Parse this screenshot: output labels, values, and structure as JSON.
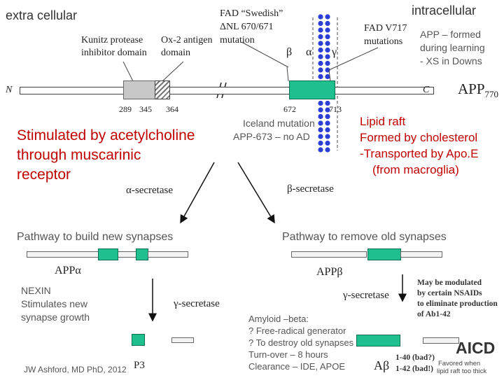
{
  "labels": {
    "extra_cellular": "extra cellular",
    "intracellular": "intracellular",
    "kunitz": [
      "Kunitz protease",
      "inhibitor domain"
    ],
    "ox2": [
      "Ox-2 antigen",
      "domain"
    ],
    "fad_swedish": [
      "FAD “Swedish”",
      "ΔNL 670/671",
      "mutation"
    ],
    "fad_v717": [
      "FAD V717",
      "mutations"
    ],
    "beta_sym": "β",
    "alpha_sym": "α",
    "gamma_sym": "γ",
    "app_note": [
      "APP – formed",
      "during learning",
      "- XS in Downs"
    ],
    "n_term": "N",
    "c_term": "C",
    "app770": "APP",
    "app770_sub": "770",
    "pos_289": "289",
    "pos_345": "345",
    "pos_364": "364",
    "pos_672": "672",
    "pos_713": "713",
    "stimulated": [
      "Stimulated by acetylcholine",
      "through muscarinic",
      "receptor"
    ],
    "iceland": [
      "Iceland mutation",
      "APP-673 – no AD"
    ],
    "lipid_raft": [
      "Lipid raft",
      "Formed by cholesterol",
      "-Transported by Apo.E",
      "(from macroglia)"
    ],
    "alpha_secretase": "α-secretase",
    "beta_secretase": "β-secretase",
    "pathway_build": "Pathway to build new synapses",
    "pathway_remove": "Pathway to remove old synapses",
    "app_alpha": "APPα",
    "app_beta": "APPβ",
    "nexin": [
      "NEXIN",
      "Stimulates new",
      "synapse growth"
    ],
    "gamma_secretase_left": "γ-secretase",
    "gamma_secretase_right": "γ-secretase",
    "nsaids": [
      "May be modulated",
      "by certain NSAIDs",
      "to eliminate production",
      "of Ab1-42"
    ],
    "amyloid": [
      "Amyloid –beta:",
      "? Free-radical generator",
      "? To destroy old synapses",
      "Turn-over – 8 hours",
      "Clearance – IDE, APOE"
    ],
    "aicd": "AICD",
    "favored": [
      "Favored when",
      "lipid raft too thick"
    ],
    "p3": "P3",
    "a_beta": "Aβ",
    "ab_40": "1-40 (bad?)",
    "ab_42": "1-42 (bad!)",
    "credit": "JW Ashford, MD PhD, 2012"
  },
  "colors": {
    "accent_red": "#c00000",
    "fragment_teal": "#1fbf8f",
    "membrane_blue": "#2b3fd6"
  }
}
